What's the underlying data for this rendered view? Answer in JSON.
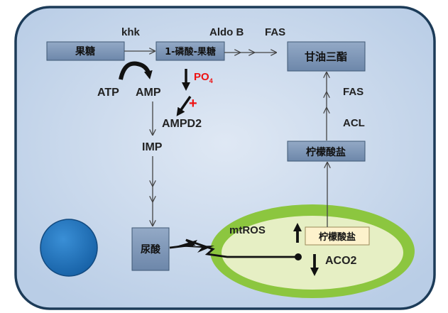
{
  "cell": {
    "fructose": "果糖",
    "f1p": "1-磷酸-果糖",
    "triglyceride": "甘油三酯",
    "citrate_cytosol": "柠檬酸盐",
    "uric_acid": "尿酸",
    "citrate_mito": "柠檬酸盐"
  },
  "labels": {
    "khk": "khk",
    "aldob": "Aldo B",
    "fas_top": "FAS",
    "fas_right": "FAS",
    "acl": "ACL",
    "atp": "ATP",
    "amp": "AMP",
    "po4_base": "PO",
    "po4_sub": "4",
    "plus": "+",
    "ampd2": "AMPD2",
    "imp": "IMP",
    "mtros": "mtROS",
    "aco2": "ACO2"
  },
  "colors": {
    "cell_bg": "#cddcee",
    "cell_border": "#1c3b58",
    "box_fill": "#7f97b6",
    "box_border": "#3f5874",
    "mito_outer": "#8cc63f",
    "mito_inner": "#e6efc4",
    "nucleus": "#1f6fb4",
    "accent_red": "#ee1111",
    "citrate_mito_fill": "#fdf2cc"
  }
}
